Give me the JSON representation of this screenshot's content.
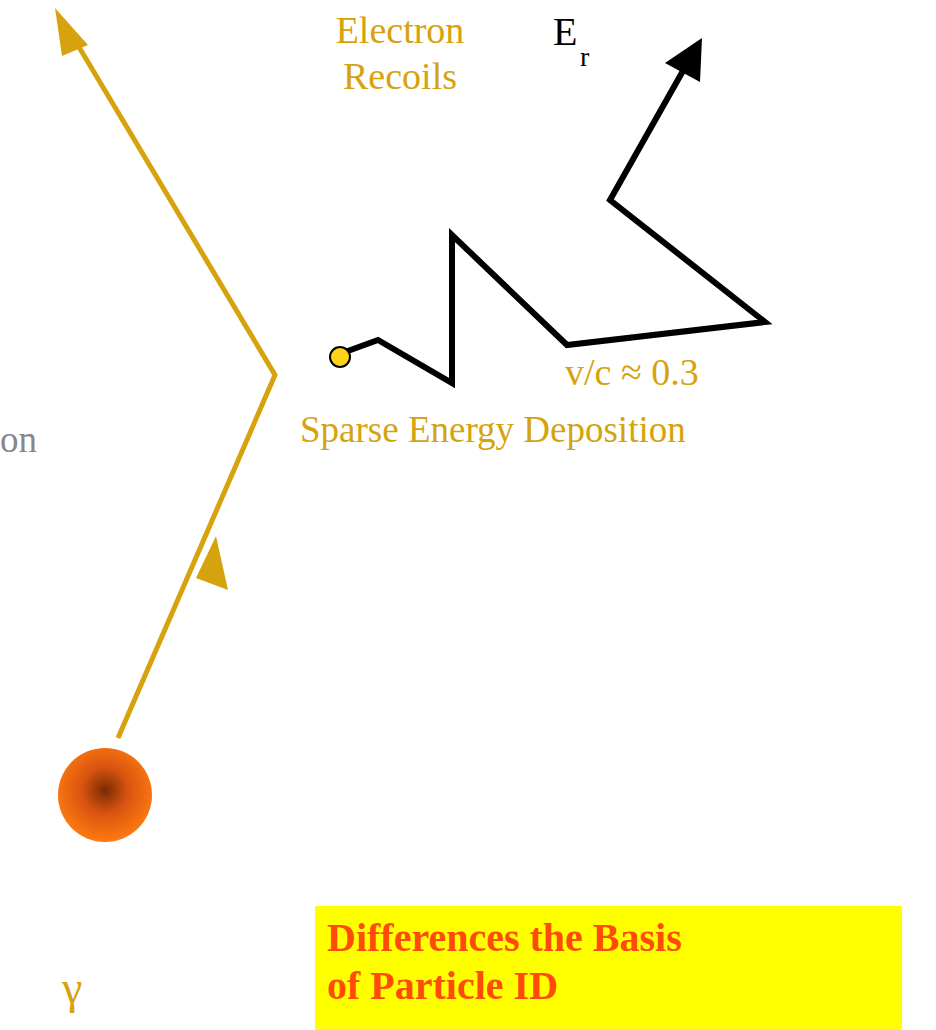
{
  "diagram": {
    "nodes": [
      {
        "text": [
          "Differences the Basis of Particle ID"
        ]
      }
    ],
    "labels": [
      "Electron Recoils",
      "E",
      "r",
      "v/c ≈ 0.3",
      "Sparse Energy Deposition",
      "on",
      "γ"
    ]
  }
}
